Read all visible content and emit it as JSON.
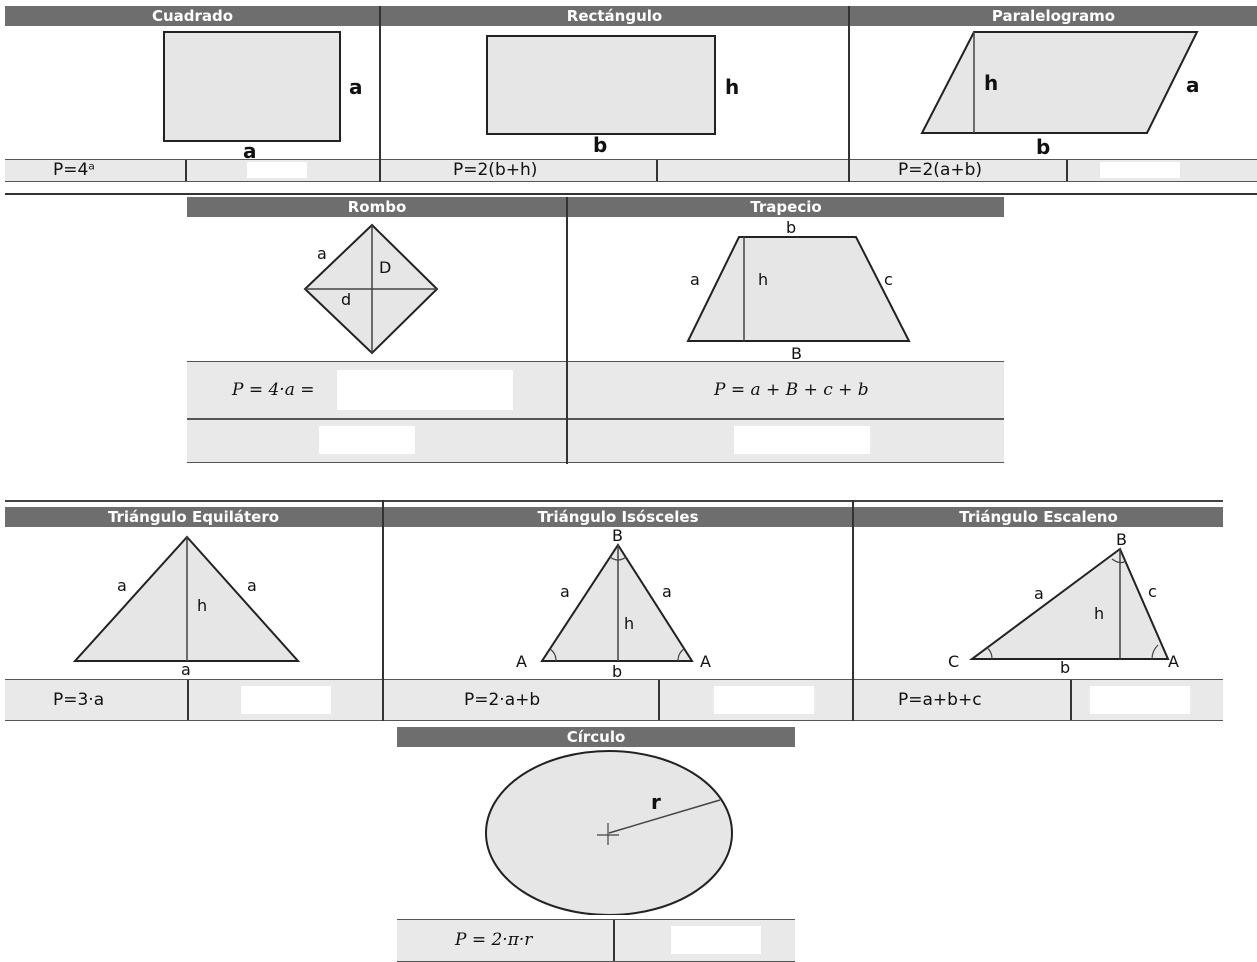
{
  "cuadrado": {
    "title": "Cuadrado",
    "side_label": "a",
    "bottom_label": "a",
    "formula": "P=4ᵃ"
  },
  "rectangulo": {
    "title": "Rectángulo",
    "height_label": "h",
    "base_label": "b",
    "formula": "P=2(b+h)"
  },
  "paralelogramo": {
    "title": "Paralelogramo",
    "height_label": "h",
    "side_label": "a",
    "base_label": "b",
    "formula": "P=2(a+b)"
  },
  "rombo": {
    "title": "Rombo",
    "side_label": "a",
    "major_diag": "D",
    "minor_diag": "d",
    "formula": "P = 4·a ="
  },
  "trapecio": {
    "title": "Trapecio",
    "top_label": "b",
    "left_label": "a",
    "height_label": "h",
    "right_label": "c",
    "bottom_label": "B",
    "formula": "P = a + B + c + b"
  },
  "equilatero": {
    "title": "Triángulo Equilátero",
    "left_label": "a",
    "right_label": "a",
    "height_label": "h",
    "base_label": "a",
    "formula": "P=3·a"
  },
  "isosceles": {
    "title": "Triángulo Isósceles",
    "apex_label": "B",
    "left_label": "a",
    "right_label": "a",
    "height_label": "h",
    "base_label": "b",
    "left_vertex": "A",
    "right_vertex": "A",
    "formula": "P=2·a+b"
  },
  "escaleno": {
    "title": "Triángulo Escaleno",
    "apex_label": "B",
    "left_label": "a",
    "right_label": "c",
    "height_label": "h",
    "base_label": "b",
    "left_vertex": "C",
    "right_vertex": "A",
    "formula": "P=a+b+c"
  },
  "circulo": {
    "title": "Círculo",
    "radius_label": "r",
    "formula": "P = 2·π·r"
  },
  "colors": {
    "header_bg": "#6e6e6e",
    "shape_fill": "#e6e6e6",
    "formula_bg": "#e9e9e9"
  }
}
